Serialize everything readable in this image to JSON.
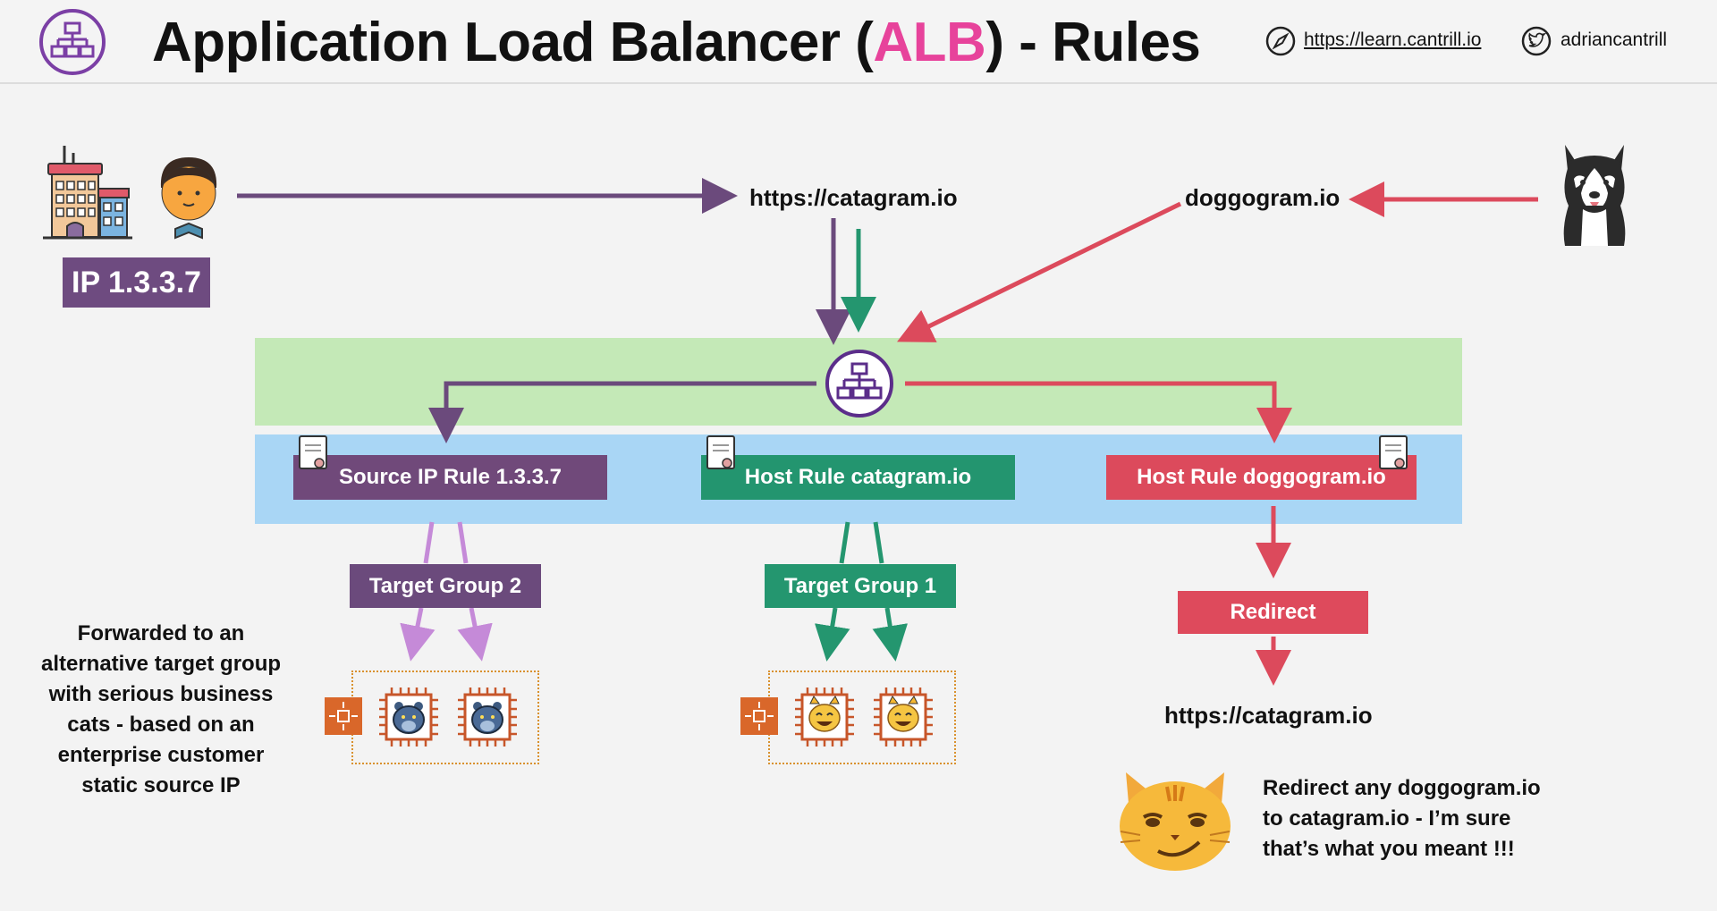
{
  "header": {
    "title_prefix": "Application Load Balancer (",
    "title_highlight": "ALB",
    "title_suffix": ") - Rules",
    "website": "https://learn.cantrill.io",
    "twitter": "adriancantrill",
    "highlight_color": "#e7439b"
  },
  "client": {
    "ip_badge": "IP 1.3.3.7"
  },
  "urls": {
    "catagram": "https://catagram.io",
    "doggogram": "doggogram.io",
    "redirect_target": "https://catagram.io"
  },
  "rules": {
    "source_ip": "Source IP Rule 1.3.3.7",
    "host_catagram": "Host Rule catagram.io",
    "host_doggogram": "Host Rule doggogram.io"
  },
  "target_groups": {
    "tg2": "Target Group 2",
    "tg1": "Target Group 1",
    "redirect": "Redirect"
  },
  "notes": {
    "left_lines": [
      "Forwarded to an",
      "alternative target group",
      "with serious business",
      "cats - based on an",
      "enterprise customer",
      "static source IP"
    ],
    "right_lines": [
      "Redirect any doggogram.io",
      "to catagram.io - I’m sure",
      "that’s what you meant !!!"
    ]
  },
  "colors": {
    "purple": "#6b4a7c",
    "green": "#24966f",
    "red": "#dc4a5c",
    "light_purple": "#c58ad8",
    "lb_band": "#c4e9b7",
    "rules_band": "#a9d6f5"
  }
}
